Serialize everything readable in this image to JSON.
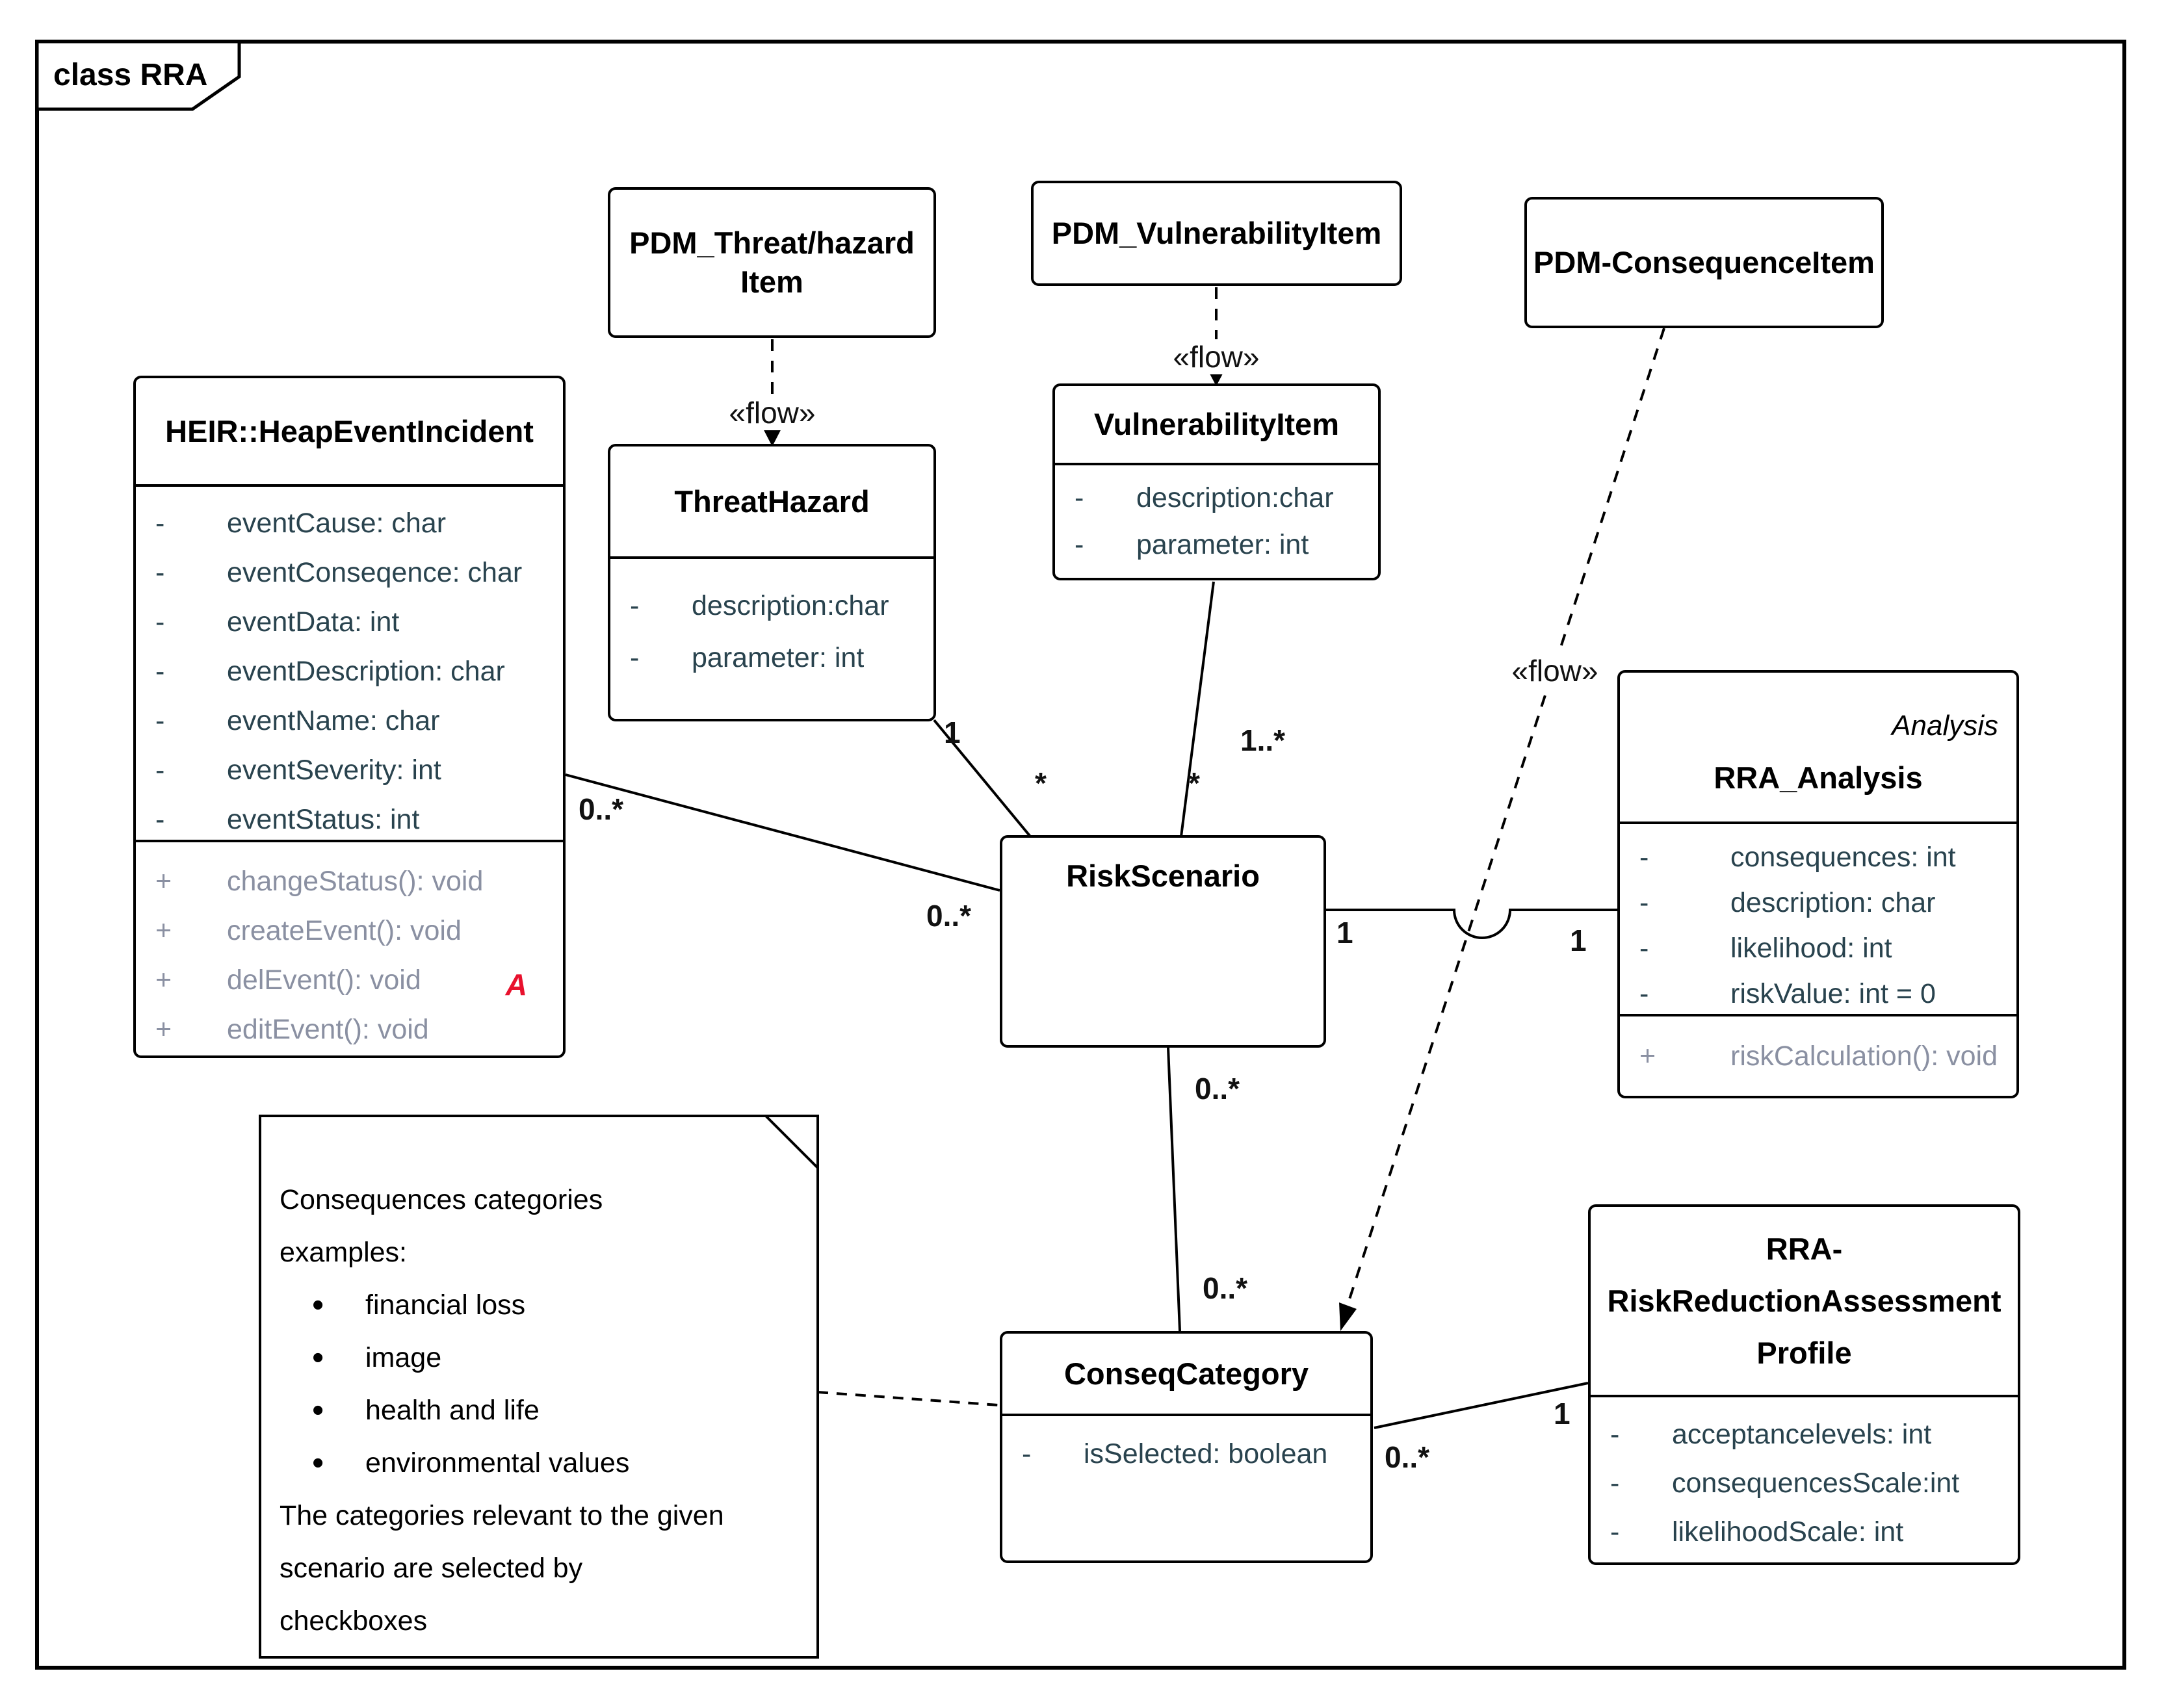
{
  "frame": {
    "title": "class RRA"
  },
  "classes": {
    "heap": {
      "title": "HEIR::HeapEventIncident",
      "attributes": [
        {
          "v": "-",
          "t": "eventCause: char"
        },
        {
          "v": "-",
          "t": "eventConseqence: char"
        },
        {
          "v": "-",
          "t": "eventData: int"
        },
        {
          "v": "-",
          "t": "eventDescription: char"
        },
        {
          "v": "-",
          "t": "eventName: char"
        },
        {
          "v": "-",
          "t": "eventSeverity: int"
        },
        {
          "v": "-",
          "t": "eventStatus: int"
        }
      ],
      "methods": [
        {
          "v": "+",
          "t": "changeStatus(): void"
        },
        {
          "v": "+",
          "t": "createEvent(): void"
        },
        {
          "v": "+",
          "t": "delEvent(): void"
        },
        {
          "v": "+",
          "t": "editEvent(): void"
        }
      ],
      "corner_label": "A"
    },
    "pdm_threat": {
      "title_lines": [
        "PDM_Threat/hazard",
        "Item"
      ]
    },
    "pdm_vuln": {
      "title": "PDM_VulnerabilityItem"
    },
    "pdm_conseq": {
      "title": "PDM-ConsequenceItem"
    },
    "threat": {
      "title": "ThreatHazard",
      "attributes": [
        {
          "v": "-",
          "t": "description:char"
        },
        {
          "v": "-",
          "t": "parameter: int"
        }
      ]
    },
    "vuln": {
      "title": "VulnerabilityItem",
      "attributes": [
        {
          "v": "-",
          "t": "description:char"
        },
        {
          "v": "-",
          "t": "parameter: int"
        }
      ]
    },
    "risk": {
      "title": "RiskScenario"
    },
    "rra": {
      "stereotype": "Analysis",
      "title": "RRA_Analysis",
      "attributes": [
        {
          "v": "-",
          "t": "consequences: int"
        },
        {
          "v": "-",
          "t": "description: char"
        },
        {
          "v": "-",
          "t": "likelihood: int"
        },
        {
          "v": "-",
          "t": "riskValue: int = 0"
        }
      ],
      "methods": [
        {
          "v": "+",
          "t": "riskCalculation(): void"
        }
      ]
    },
    "conseq": {
      "title": "ConseqCategory",
      "attributes": [
        {
          "v": "-",
          "t": "isSelected: boolean"
        }
      ]
    },
    "profile": {
      "title_lines": [
        "RRA-",
        "RiskReductionAssessment",
        "Profile"
      ],
      "attributes": [
        {
          "v": "-",
          "t": "acceptancelevels: int"
        },
        {
          "v": "-",
          "t": "consequencesScale:int"
        },
        {
          "v": "-",
          "t": "likelihoodScale: int"
        }
      ]
    }
  },
  "note": {
    "lines": [
      "Consequences categories",
      "examples:"
    ],
    "bullets": [
      "financial loss",
      "image",
      "health and life",
      "environmental values"
    ],
    "footer_lines": [
      "The categories relevant to the given",
      "scenario are selected by",
      "checkboxes"
    ]
  },
  "flow_labels": {
    "threat": "«flow»",
    "vuln": "«flow»",
    "conseq": "«flow»"
  },
  "mult": {
    "heap_end": "0..*",
    "risk_left": "0..*",
    "threat_end": "1",
    "risk_topleft_star": "*",
    "vuln_end": "1..*",
    "risk_top_star": "*",
    "risk_right": "1",
    "rra_end": "1",
    "risk_bottom": "0..*",
    "conseq_top": "0..*",
    "conseq_right": "0..*",
    "profile_end": "1"
  },
  "colors": {
    "line": "#000000",
    "method_text": "#8a90a2",
    "attr_text": "#29434e",
    "abstract_marker": "#e8112d"
  }
}
